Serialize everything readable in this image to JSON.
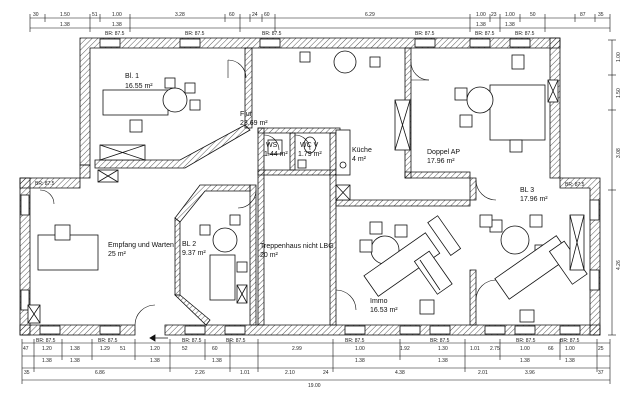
{
  "rooms": {
    "bl1": {
      "name": "Bl. 1",
      "area": "16.55 m²"
    },
    "flur": {
      "name": "Flur",
      "area": "23.69 m²"
    },
    "ws": {
      "name": "WS",
      "area": "1.44 m²"
    },
    "wcv": {
      "name": "WC V",
      "area": "1.79 m²"
    },
    "kueche": {
      "name": "Küche",
      "area": "4 m²"
    },
    "doppelap": {
      "name": "Doppel AP",
      "area": "17.96 m²"
    },
    "bl3": {
      "name": "BL 3",
      "area": "17.96 m²"
    },
    "empfang": {
      "name": "Empfang und Warten",
      "area": "25 m²"
    },
    "bl2": {
      "name": "BL 2",
      "area": "9.37 m²"
    },
    "treppenhaus": {
      "name": "Treppenhaus nicht LBG",
      "area": "20 m²"
    },
    "immo": {
      "name": "Immo",
      "area": "16.53 m²"
    }
  },
  "dims_top": [
    "30",
    "1.50",
    "51",
    "1.00",
    "3.28",
    "60",
    "24",
    "60",
    "6.29",
    "1.00",
    "23",
    "1.00",
    "50",
    "87",
    "35"
  ],
  "dims_top_sub": [
    "1.38",
    "1.38",
    "1.38",
    "1.38"
  ],
  "dims_bottom_row1": [
    "47",
    "1.20",
    "1.38",
    "1.29",
    "51",
    "1.20",
    "52",
    "60",
    "2.99",
    "1.00",
    "1.92",
    "1.30",
    "1.01",
    "2.75",
    "1.00",
    "66",
    "1.00",
    "25"
  ],
  "dims_bottom_row2": [
    "1.38",
    "1.38",
    "1.38",
    "1.38",
    "1.38",
    "1.38",
    "1.38",
    "1.38"
  ],
  "dims_bottom_row3": [
    "35",
    "6.86",
    "2.26",
    "1.01",
    "2.10",
    "24",
    "4.38",
    "2.01",
    "3.96",
    "37"
  ],
  "dims_bottom_total": "19.00",
  "dims_right": [
    "1.00",
    "1.50",
    "3.08",
    "4.26"
  ],
  "sill_label": "BR: 87.5"
}
